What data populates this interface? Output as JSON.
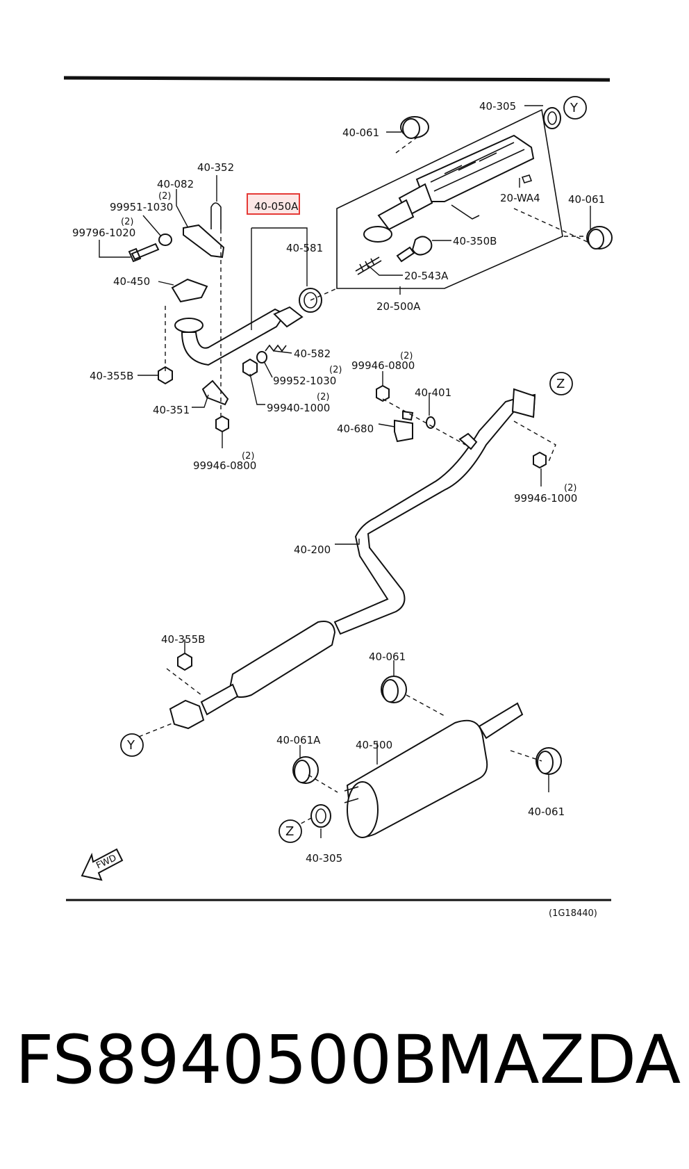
{
  "diagram_code": "(1G18440)",
  "highlight_color": "#e53935",
  "fwd_label": "FWD",
  "refs": {
    "y": "Y",
    "z": "Z"
  },
  "labels": {
    "p40_305_top": "40-305",
    "p40_061_a": "40-061",
    "p40_061_b": "40-061",
    "p40_061_c": "40-061",
    "p40_061_d": "40-061",
    "p40_061A": "40-061A",
    "p20_WA4": "20-WA4",
    "p40_350B": "40-350B",
    "p20_543A": "20-543A",
    "p20_500A": "20-500A",
    "p40_352": "40-352",
    "p40_082": "40-082",
    "p99951_1030": "99951-1030",
    "p99796_1020": "99796-1020",
    "p40_050A": "40-050A",
    "p40_581": "40-581",
    "p40_450": "40-450",
    "p40_582": "40-582",
    "p99952_1030": "99952-1030",
    "p40_355B_a": "40-355B",
    "p40_355B_b": "40-355B",
    "p40_351": "40-351",
    "p99940_1000": "99940-1000",
    "p99946_0800_a": "99946-0800",
    "p99946_0800_b": "99946-0800",
    "p40_401": "40-401",
    "p40_680": "40-680",
    "p99946_1000": "99946-1000",
    "p40_200": "40-200",
    "p40_500": "40-500",
    "p40_305_bot": "40-305"
  },
  "quantities": {
    "q40_082": "(2)",
    "q99796_1020": "(2)",
    "q99952_1030": "(2)",
    "q99940_1000": "(2)",
    "q99946_0800_a": "(2)",
    "q99946_0800_b": "(2)",
    "q99946_1000": "(2)"
  },
  "footer": {
    "part_number": "FS8940500B",
    "brand": "MAZDA"
  }
}
